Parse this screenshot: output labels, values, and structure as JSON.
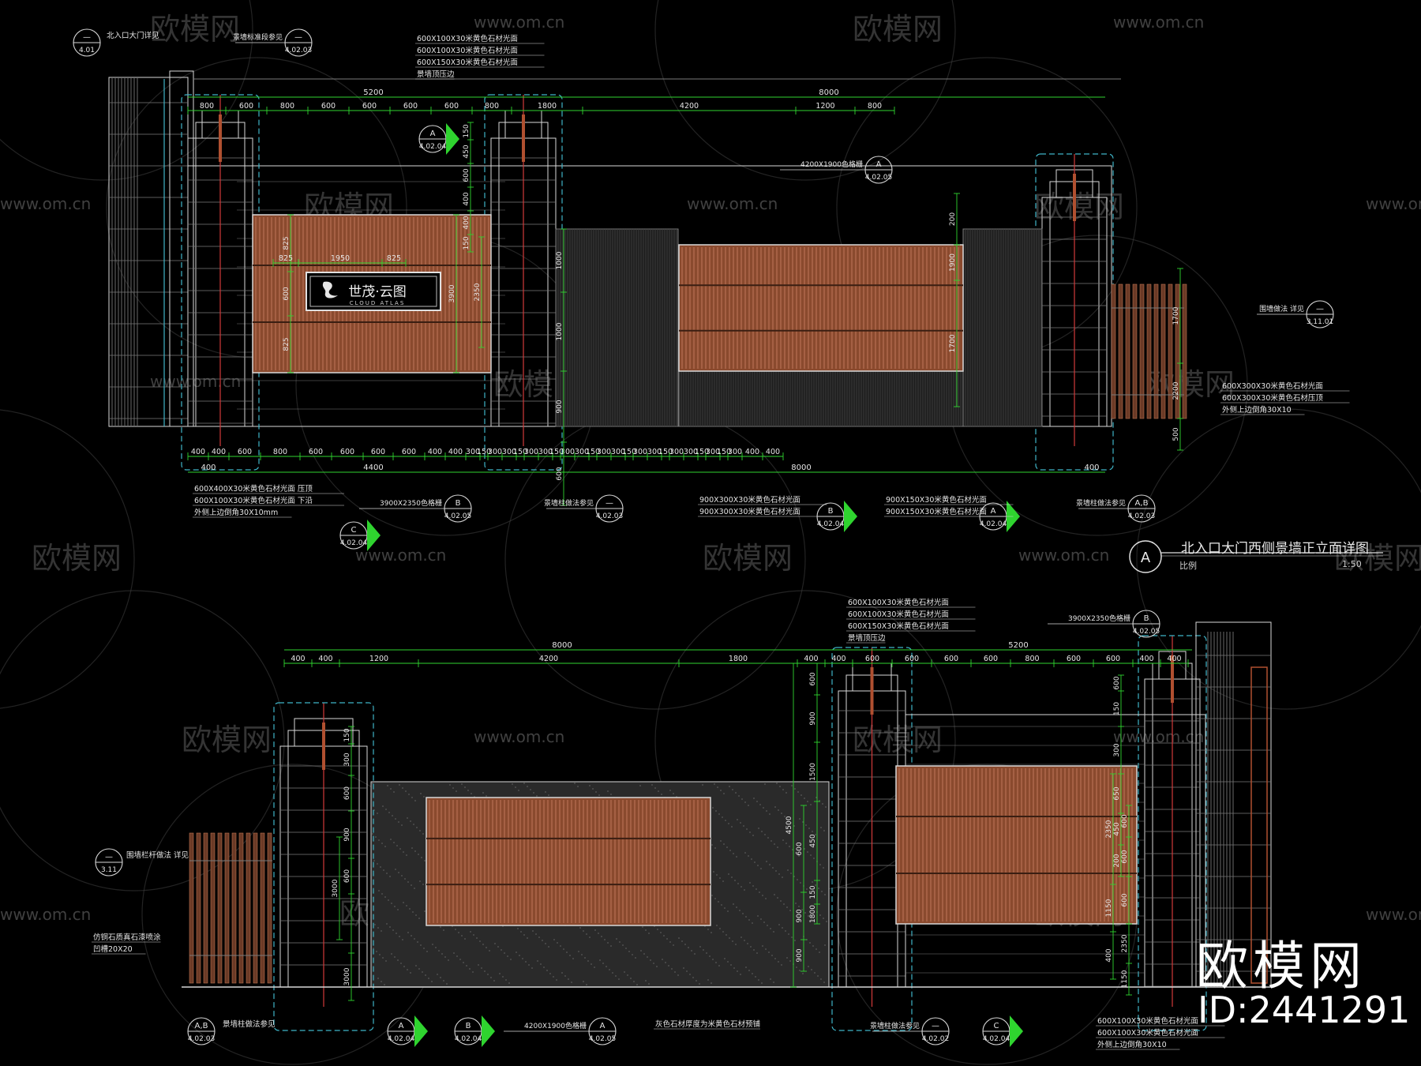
{
  "colors": {
    "background": "#000000",
    "dimension_green": "#2fd42f",
    "frame_white": "#d8d8d8",
    "grid_gray": "#7a7a7a",
    "wood": "#8a4a2e",
    "wood_line": "#c0765a",
    "cyan_dash": "#3fb5c8",
    "center_red": "#d23a3a",
    "stone_gray": "#6a6a6a"
  },
  "watermarks": {
    "brand": "欧模网",
    "url": "www.om.cn"
  },
  "drawing_title": {
    "marker": "A",
    "text": "北入口大门西侧景墙正立面详图",
    "scale_left": "比例",
    "scale_right": "1:50"
  },
  "sign_panel": {
    "logo_icon": "leaf-logo-icon",
    "cn": "世茂·云图",
    "en": "CLOUD ATLAS"
  },
  "brand_mark": {
    "title": "欧模网",
    "id": "ID:2441291"
  },
  "top_elevation": {
    "dim_totals": [
      "5200",
      "8000"
    ],
    "dim_row_top": [
      "800",
      "600",
      "800",
      "600",
      "600",
      "600",
      "600",
      "800",
      "1800",
      "4200",
      "1200",
      "800"
    ],
    "dim_row_bottom": [
      "400",
      "400",
      "600",
      "800",
      "600",
      "600",
      "600",
      "600",
      "400",
      "400",
      "300",
      "150",
      "300",
      "300",
      "150",
      "300",
      "300",
      "150",
      "300",
      "300",
      "150",
      "300",
      "300",
      "150",
      "300",
      "300",
      "150",
      "300",
      "300",
      "150",
      "300",
      "150",
      "300",
      "400",
      "400"
    ],
    "dim_bottom_totals": [
      "400",
      "4400",
      "8000",
      "400"
    ],
    "vertical_dims": [
      "150",
      "450",
      "600",
      "400",
      "400",
      "150",
      "3900",
      "2350",
      "825",
      "600",
      "825",
      "1000",
      "1000",
      "900",
      "600",
      "200",
      "1900",
      "1700",
      "2200",
      "500"
    ],
    "inner_dims": [
      "825",
      "1950",
      "825"
    ],
    "callouts": [
      {
        "id": "—",
        "ref": "4.01",
        "text": "北入口大门详见"
      },
      {
        "id": "—",
        "ref": "4.02.03",
        "text": "景墙标准段参见"
      },
      {
        "id": "A",
        "ref": "4.02.04",
        "text": ""
      },
      {
        "id": "A",
        "ref": "4.02.05",
        "text": "4200X1900色格栅"
      },
      {
        "id": "—",
        "ref": "3.11.01",
        "text": "围墙做法 详见"
      },
      {
        "id": "B",
        "ref": "4.02.05",
        "text": "3900X2350色格栅"
      },
      {
        "id": "C",
        "ref": "4.02.04",
        "text": ""
      },
      {
        "id": "—",
        "ref": "4.02.03",
        "text": "景墙柱做法参见"
      },
      {
        "id": "B",
        "ref": "4.02.04",
        "text": ""
      },
      {
        "id": "A",
        "ref": "4.02.04",
        "text": ""
      },
      {
        "id": "A,B",
        "ref": "4.02.03",
        "text": "景墙柱做法参见"
      }
    ],
    "notes_top": [
      "600X100X30米黄色石材光面",
      "600X100X30米黄色石材光面",
      "600X150X30米黄色石材光面",
      "景墙顶压边"
    ],
    "notes_bottom_left": [
      "600X400X30米黄色石材光面 压顶",
      "600X100X30米黄色石材光面 下沿",
      "外侧上边倒角30X10mm"
    ],
    "notes_bottom_mid": [
      "900X300X30米黄色石材光面",
      "900X300X30米黄色石材光面"
    ],
    "notes_bottom_mid2": [
      "900X150X30米黄色石材光面",
      "900X150X30米黄色石材光面"
    ],
    "notes_right": [
      "600X300X30米黄色石材光面",
      "600X300X30米黄色石材压顶",
      "外侧上边倒角30X10"
    ]
  },
  "bottom_elevation": {
    "dim_totals": [
      "8000",
      "5200"
    ],
    "dim_row_top": [
      "400",
      "400",
      "1200",
      "4200",
      "1800",
      "400",
      "400",
      "600",
      "600",
      "600",
      "600",
      "800",
      "600",
      "600",
      "400",
      "400"
    ],
    "vertical_dims": [
      "150",
      "300",
      "600",
      "900",
      "600",
      "3000",
      "4500",
      "600",
      "900",
      "1500",
      "450",
      "150",
      "1800",
      "600",
      "900",
      "900",
      "600",
      "150",
      "300",
      "650",
      "450",
      "200",
      "600",
      "600",
      "600",
      "2350",
      "1150",
      "400",
      "400"
    ],
    "callouts": [
      {
        "id": "—",
        "ref": "3.11",
        "text": "围墙栏杆做法 详见"
      },
      {
        "id": "A,B",
        "ref": "4.02.03",
        "text": "景墙柱做法参见"
      },
      {
        "id": "A",
        "ref": "4.02.04",
        "text": ""
      },
      {
        "id": "B",
        "ref": "4.02.04",
        "text": ""
      },
      {
        "id": "A",
        "ref": "4.02.05",
        "text": "4200X1900色格栅"
      },
      {
        "id": "—",
        "ref": "4.02.02",
        "text": "景墙柱做法参见"
      },
      {
        "id": "C",
        "ref": "4.02.04",
        "text": ""
      },
      {
        "id": "B",
        "ref": "4.02.05",
        "text": "3900X2350色格栅"
      }
    ],
    "notes_left": [
      "仿铜石质真石漆喷涂",
      "凹槽20X20"
    ],
    "notes_mid": [
      "灰色石材厚度为米黄色石材预铺"
    ],
    "notes_top": [
      "600X100X30米黄色石材光面",
      "600X100X30米黄色石材光面",
      "600X150X30米黄色石材光面",
      "景墙顶压边"
    ],
    "notes_bottom_right": [
      "600X100X30米黄色石材光面",
      "600X100X30米黄色石材光面",
      "外侧上边倒角30X10"
    ]
  }
}
